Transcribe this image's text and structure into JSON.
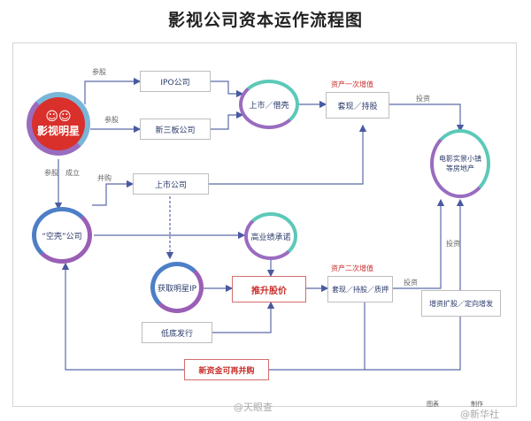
{
  "title": "影视公司资本运作流程图",
  "nodes": {
    "star": "影视明星",
    "ipo": "IPO公司",
    "xinsanban": "新三板公司",
    "listed_borrow": "上市／借壳",
    "taoxian": "套现／持股",
    "shangshi": "上市公司",
    "kongke": "“空壳”公司",
    "gao_yeji": "高业绩承诺",
    "huoqu_ip": "获取明星IP",
    "tuisheng": "推升股价",
    "taoxian2": "套现／持股／质押",
    "dianying": "电影实景小镇等房地产",
    "dingzeng": "增资扩股／定向增发",
    "dijia": "低底发行",
    "xinzijin": "新资金可再并购"
  },
  "labels": {
    "canggu1": "参股",
    "canggu2": "参股",
    "canggu_chengli": "参股",
    "chengli": "成立",
    "binggou": "并购",
    "touzi1": "投资",
    "touzi2": "投资",
    "touzi3": "投资",
    "zichan1": "资产一次增值",
    "zichan2": "资产二次增值"
  },
  "watermark": {
    "left": "@天眼查",
    "right": "@新华社"
  },
  "footer": {
    "t1": "图表",
    "t2": "制作"
  }
}
